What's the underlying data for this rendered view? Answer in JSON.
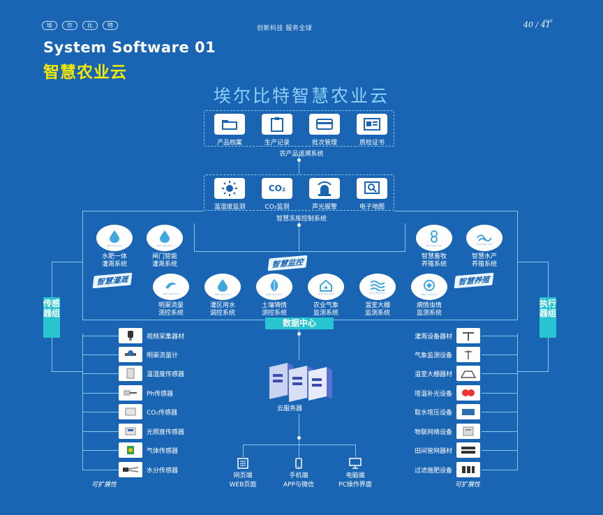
{
  "header": {
    "brand_chars": [
      "埃",
      "尔",
      "比",
      "特"
    ],
    "slogan": "创新科技  服务全球",
    "page_numbers": "40 / 41",
    "page_label": "PAGE",
    "title_en": "System Software 01",
    "title_cn": "智慧农业云"
  },
  "main_title": "埃尔比特智慧农业云",
  "traceability": {
    "items": [
      {
        "label": "产品档案",
        "icon": "folder-icon"
      },
      {
        "label": "生产记录",
        "icon": "clipboard-icon"
      },
      {
        "label": "批次管理",
        "icon": "card-icon"
      },
      {
        "label": "质检证书",
        "icon": "certificate-icon"
      }
    ],
    "system_label": "农产品追溯系统"
  },
  "cold_storage": {
    "items": [
      {
        "label": "温湿度监测",
        "icon": "sun-icon"
      },
      {
        "label": "CO₂监测",
        "icon": "co2-icon",
        "glyph": "CO₂"
      },
      {
        "label": "声光报警",
        "icon": "alarm-icon"
      },
      {
        "label": "电子地图",
        "icon": "map-icon"
      }
    ],
    "system_label": "智慧冻库控制系统"
  },
  "tags": {
    "irrigation": "智慧灌溉",
    "monitoring": "智慧监控",
    "breeding": "智慧养殖"
  },
  "circles_top": [
    {
      "label": "水肥一体\n灌溉系统"
    },
    {
      "label": "闸门智能\n灌溉系统"
    },
    {
      "label": "智慧畜牧\n养殖系统"
    },
    {
      "label": "智慧水产\n养殖系统"
    }
  ],
  "circles_row": [
    {
      "label": "明渠流量\n测控系统"
    },
    {
      "label": "灌区用水\n调控系统"
    },
    {
      "label": "土壤墒情\n测控系统"
    },
    {
      "label": "农业气象\n监测系统"
    },
    {
      "label": "温室大棚\n监测系统"
    },
    {
      "label": "病情虫情\n监测系统"
    }
  ],
  "circle_sub": "elbit xianli tech",
  "side_left": "传感器组",
  "side_right": "执行器组",
  "data_center": "数据中心",
  "sensors": [
    "视频采集器材",
    "明渠流量计",
    "温湿度传感器",
    "Ph传感器",
    "CO₂传感器",
    "光照度传感器",
    "气体传感器",
    "水分传感器"
  ],
  "actuators": [
    "灌溉设备器材",
    "气象监测设备",
    "温室大棚器材",
    "增温补光设备",
    "取水增压设备",
    "物联网络设备",
    "田间管网器材",
    "过滤施肥设备"
  ],
  "expand_label": "可扩展性",
  "server_label": "云服务器",
  "terminals": [
    {
      "l1": "网页端",
      "l2": "WEB页面",
      "icon": "web-icon"
    },
    {
      "l1": "手机端",
      "l2": "APP与微信",
      "icon": "phone-icon"
    },
    {
      "l1": "电脑端",
      "l2": "PC操作界面",
      "icon": "pc-icon"
    }
  ],
  "colors": {
    "background": "#1a65b3",
    "accent_cyan": "#28c4cf",
    "title_yellow": "#f4e900",
    "main_title": "#8fd0ff",
    "lines": "#8cc8ee"
  }
}
